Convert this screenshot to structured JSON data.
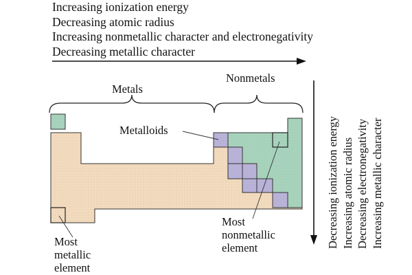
{
  "top_trends": [
    "Increasing ionization energy",
    "Decreasing atomic radius",
    "Increasing nonmetallic character and electronegativity",
    "Decreasing metallic character"
  ],
  "side_trends": [
    "Decreasing ionization energy",
    "Increasing atomic radius",
    "Decreasing electronegativity",
    "Increasing metallic character"
  ],
  "labels": {
    "metals": "Metals",
    "nonmetals": "Nonmetals",
    "metalloids": "Metalloids",
    "most_metallic": [
      "Most",
      "metallic",
      "element"
    ],
    "most_nonmetallic": [
      "Most",
      "nonmetallic",
      "element"
    ]
  },
  "colors": {
    "metal": "#f3dcc0",
    "nonmetal": "#a9d3bd",
    "metalloid": "#b9b3d8",
    "outline": "#333333"
  }
}
